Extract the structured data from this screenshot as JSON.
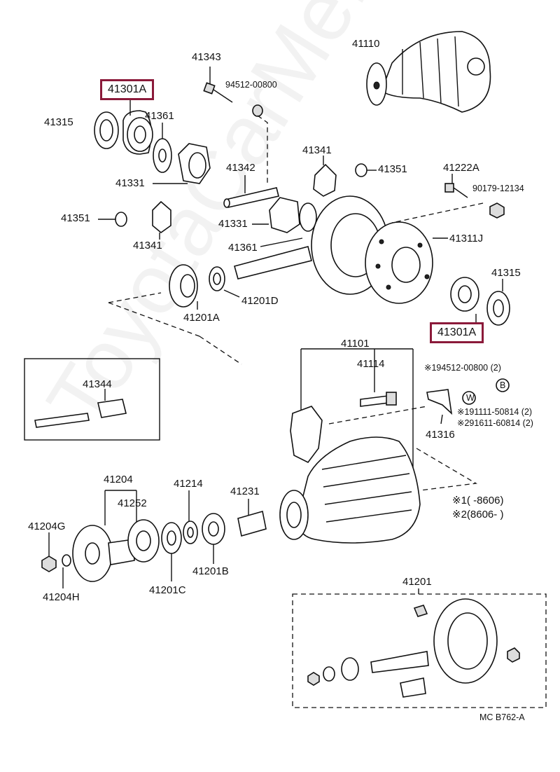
{
  "watermark": "ToyotaCarMe.ru",
  "highlight_color": "#8b1a3a",
  "highlighted": [
    "41301A",
    "41301A"
  ],
  "labels": {
    "p41110": "41110",
    "p41343": "41343",
    "p94512_00800": "94512-00800",
    "p41315_l": "41315",
    "p41361_l": "41361",
    "p41331_l": "41331",
    "p41342": "41342",
    "p41341_t": "41341",
    "p41351_r": "41351",
    "p41222A": "41222A",
    "p90179": "90179-12134",
    "p41351_l": "41351",
    "p41341_l": "41341",
    "p41331_c": "41331",
    "p41361_c": "41361",
    "p41311J": "41311J",
    "p41315_r": "41315",
    "p41201A": "41201A",
    "p41201D": "41201D",
    "p41101": "41101",
    "p41114": "41114",
    "p41344": "41344",
    "p194512": "※194512-00800 (2)",
    "p191111": "※191111-50814 (2)",
    "p291611": "※291611-60814 (2)",
    "p41316": "41316",
    "p41204": "41204",
    "p41252": "41252",
    "p41214": "41214",
    "p41231": "41231",
    "p41204G": "41204G",
    "p41204H": "41204H",
    "p41201C": "41201C",
    "p41201B": "41201B",
    "p41201": "41201",
    "note1": "※1(        -8606)",
    "note2": "※2(8606-         )",
    "w_mark": "W",
    "b_mark": "B",
    "footer": "MC  B762-A"
  }
}
